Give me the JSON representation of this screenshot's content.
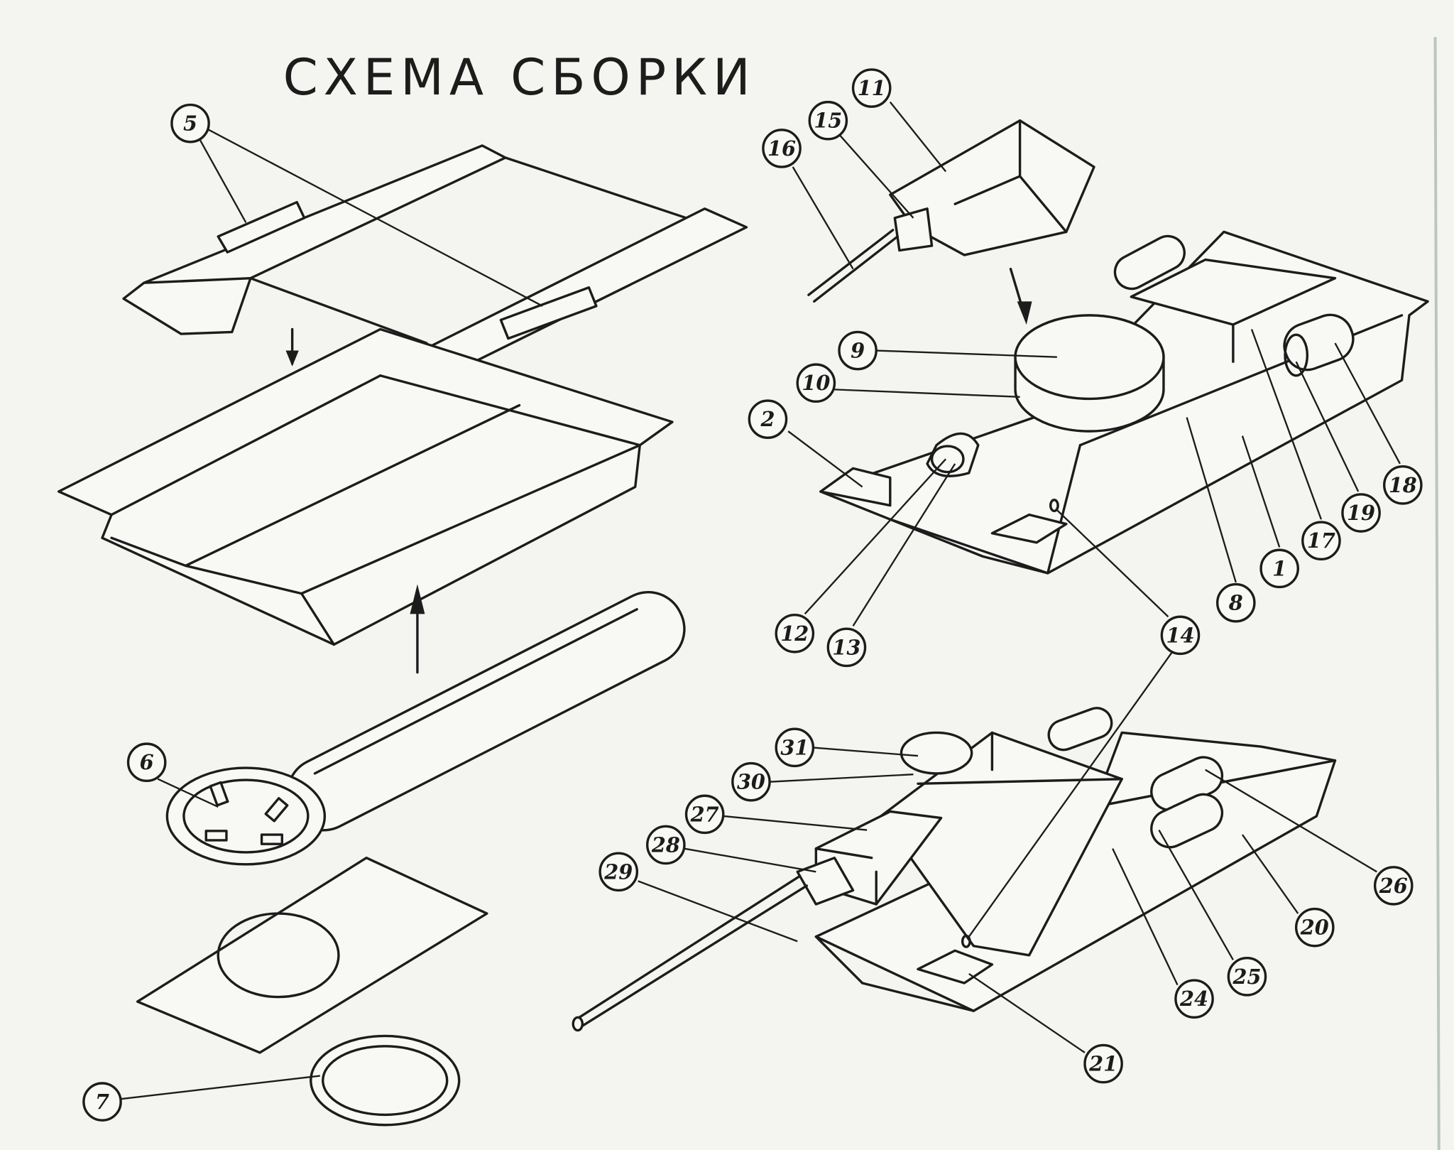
{
  "title": "СХЕМА СБОРКИ",
  "callouts": {
    "n1": "1",
    "n2": "2",
    "n5": "5",
    "n6": "6",
    "n7": "7",
    "n8": "8",
    "n9": "9",
    "n10": "10",
    "n11": "11",
    "n12": "12",
    "n13": "13",
    "n14": "14",
    "n15": "15",
    "n16": "16",
    "n17": "17",
    "n18": "18",
    "n19": "19",
    "n20": "20",
    "n21": "21",
    "n24": "24",
    "n25": "25",
    "n26": "26",
    "n27": "27",
    "n28": "28",
    "n29": "29",
    "n30": "30",
    "n31": "31"
  }
}
